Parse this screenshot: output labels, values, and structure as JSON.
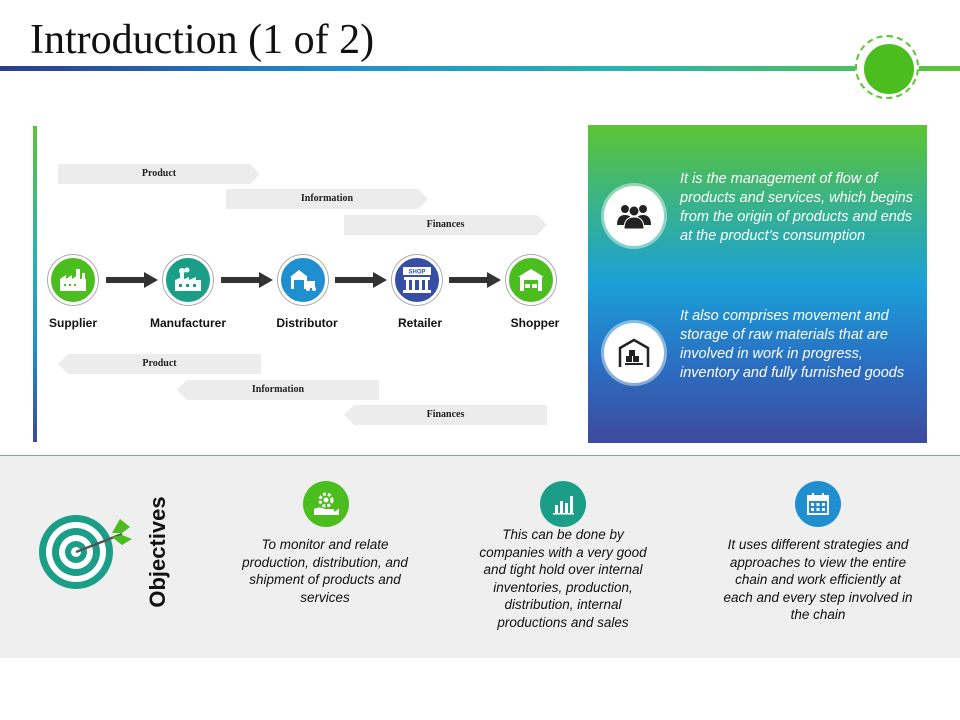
{
  "header": {
    "title": "Introduction (1 of 2)"
  },
  "flow": {
    "top_ribbons": [
      {
        "label": "Product"
      },
      {
        "label": "Information"
      },
      {
        "label": "Finances"
      }
    ],
    "bottom_ribbons": [
      {
        "label": "Product"
      },
      {
        "label": "Information"
      },
      {
        "label": "Finances"
      }
    ],
    "nodes": [
      {
        "label": "Supplier",
        "icon": "factory-icon",
        "color": "#4cbd1f"
      },
      {
        "label": "Manufacturer",
        "icon": "factory-smoke-icon",
        "color": "#1a9e87"
      },
      {
        "label": "Distributor",
        "icon": "warehouse-truck-icon",
        "color": "#1f8fd0"
      },
      {
        "label": "Retailer",
        "icon": "shop-icon",
        "color": "#364ea3"
      },
      {
        "label": "Shopper",
        "icon": "store-icon",
        "color": "#4cbd1f"
      }
    ],
    "shop_sign": "SHOP"
  },
  "info": {
    "items": [
      {
        "icon": "people-icon",
        "text": "It is the management of flow of products and services, which begins from the origin of products and ends at the product’s consumption"
      },
      {
        "icon": "warehouse-icon",
        "text": "It also comprises movement and storage of raw materials that are involved in work in progress, inventory and fully furnished goods"
      }
    ]
  },
  "objectives": {
    "label": "Objectives",
    "items": [
      {
        "icon": "gear-hand-icon",
        "color": "#4cbd1f",
        "text": "To monitor and relate production, distribution, and shipment of products and services"
      },
      {
        "icon": "bar-chart-icon",
        "color": "#1a9e87",
        "text": "This can be done by companies with a very good and tight hold over internal inventories, production, distribution, internal productions and sales"
      },
      {
        "icon": "calendar-icon",
        "color": "#1f8fd0",
        "text": "It uses different strategies and approaches to view the entire chain and work efficiently at each and every step involved in the chain"
      }
    ]
  },
  "colors": {
    "green": "#4cbd1f",
    "teal": "#1a9e87",
    "blue": "#1f8fd0",
    "navy": "#364ea3"
  }
}
